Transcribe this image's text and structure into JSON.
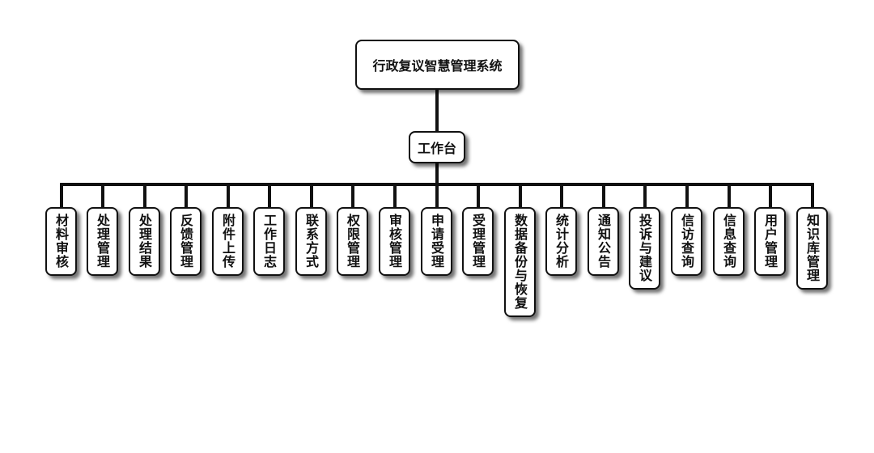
{
  "root": {
    "label": "行政复议智慧管理系统"
  },
  "hub": {
    "label": "工作台"
  },
  "modules": [
    {
      "label": "材料审核"
    },
    {
      "label": "处理管理"
    },
    {
      "label": "处理结果"
    },
    {
      "label": "反馈管理"
    },
    {
      "label": "附件上传"
    },
    {
      "label": "工作日志"
    },
    {
      "label": "联系方式"
    },
    {
      "label": "权限管理"
    },
    {
      "label": "审核管理"
    },
    {
      "label": "申请受理"
    },
    {
      "label": "受理管理"
    },
    {
      "label": "数据备份与恢复"
    },
    {
      "label": "统计分析"
    },
    {
      "label": "通知公告"
    },
    {
      "label": "投诉与建议"
    },
    {
      "label": "信访查询"
    },
    {
      "label": "信息查询"
    },
    {
      "label": "用户管理"
    },
    {
      "label": "知识库管理"
    }
  ]
}
